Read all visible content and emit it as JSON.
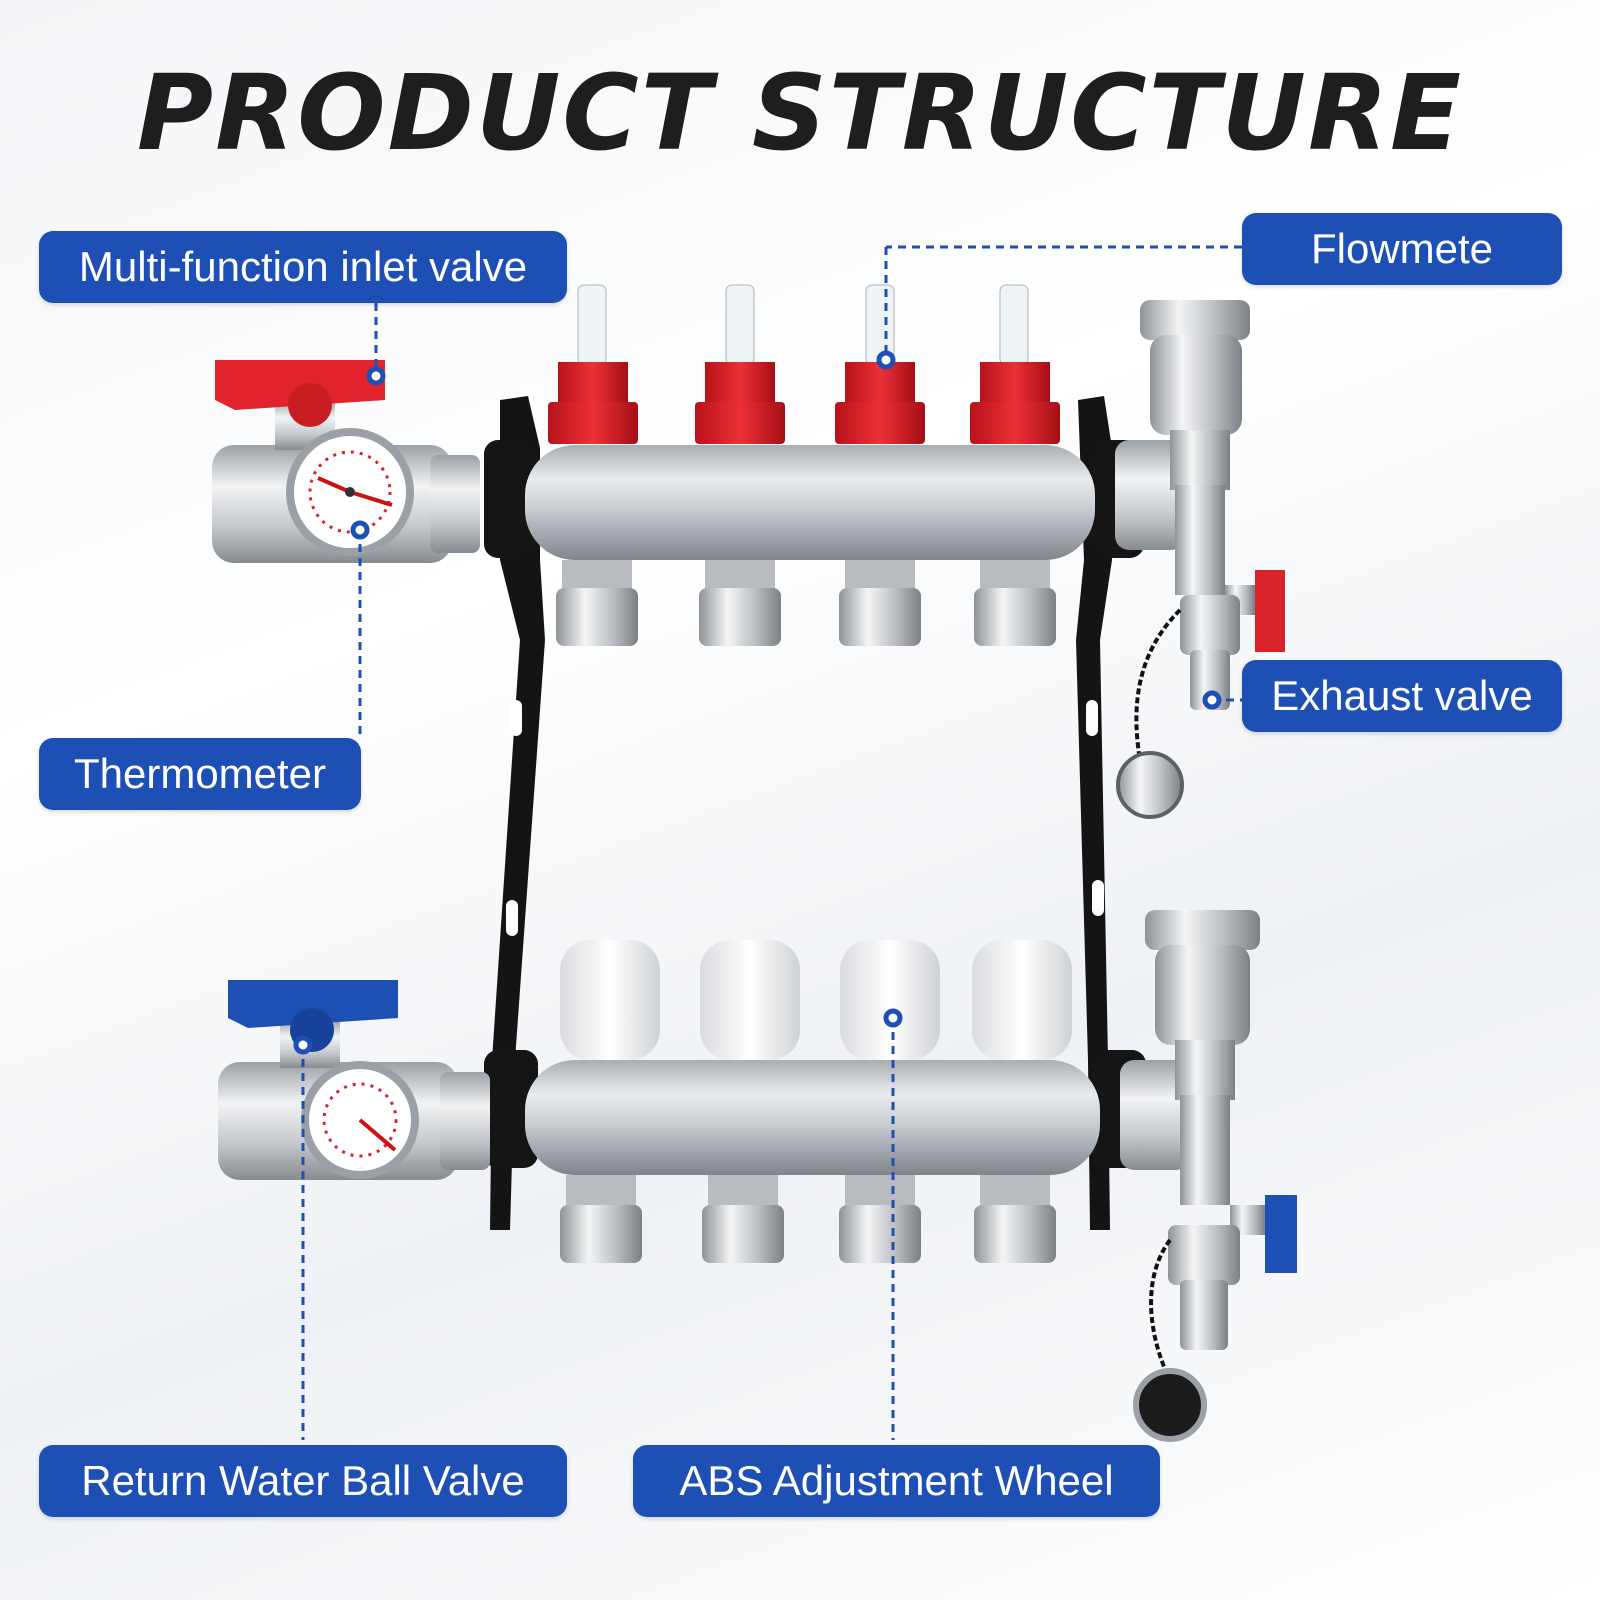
{
  "title": "PRODUCT STRUCTURE",
  "labels": {
    "inlet_valve": "Multi-function inlet valve",
    "flowmeter": "Flowmete",
    "thermometer": "Thermometer",
    "exhaust_valve": "Exhaust valve",
    "return_valve": "Return Water Ball Valve",
    "abs_wheel": "ABS Adjustment Wheel"
  },
  "colors": {
    "label_bg": "#1e4fb5",
    "leader_line": "#1e4fb5",
    "supply_accent": "#d8232a",
    "return_accent": "#1e4fb5",
    "bracket": "#111111"
  }
}
